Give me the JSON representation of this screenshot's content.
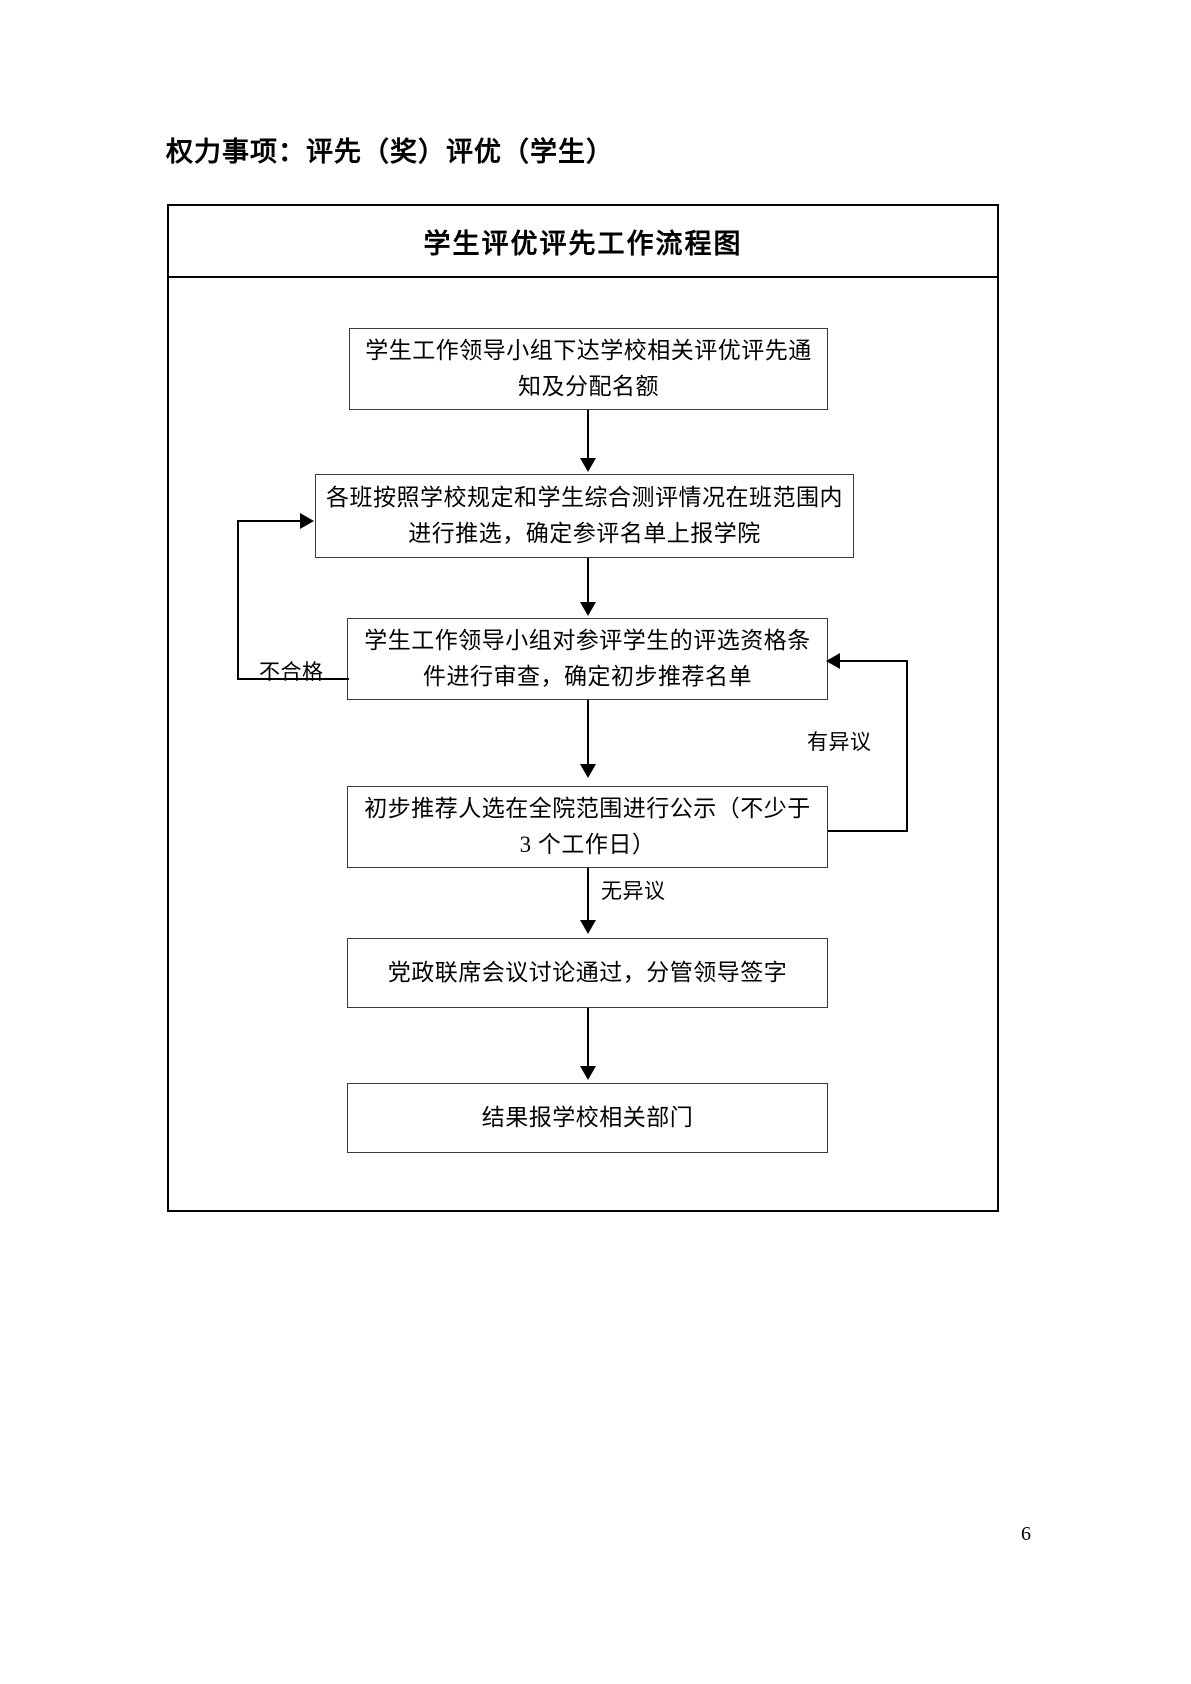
{
  "document": {
    "heading": "权力事项：评先（奖）评优（学生）",
    "page_number": "6"
  },
  "chart": {
    "title": "学生评优评先工作流程图",
    "type": "flowchart",
    "nodes": [
      {
        "id": "n1",
        "text": "学生工作领导小组下达学校相关评优评先通知及分配名额"
      },
      {
        "id": "n2",
        "text": "各班按照学校规定和学生综合测评情况在班范围内进行推选，确定参评名单上报学院"
      },
      {
        "id": "n3",
        "text": "学生工作领导小组对参评学生的评选资格条件进行审查，确定初步推荐名单"
      },
      {
        "id": "n4",
        "text": "初步推荐人选在全院范围进行公示（不少于 3 个工作日）"
      },
      {
        "id": "n5",
        "text": "党政联席会议讨论通过，分管领导签字"
      },
      {
        "id": "n6",
        "text": "结果报学校相关部门"
      }
    ],
    "edges": [
      {
        "from": "n1",
        "to": "n2",
        "label": ""
      },
      {
        "from": "n2",
        "to": "n3",
        "label": ""
      },
      {
        "from": "n3",
        "to": "n2",
        "label": "不合格"
      },
      {
        "from": "n3",
        "to": "n4",
        "label": ""
      },
      {
        "from": "n4",
        "to": "n3",
        "label": "有异议"
      },
      {
        "from": "n4",
        "to": "n5",
        "label": "无异议"
      },
      {
        "from": "n5",
        "to": "n6",
        "label": ""
      }
    ],
    "labels": {
      "reject": "不合格",
      "objection": "有异议",
      "no_objection": "无异议"
    }
  }
}
